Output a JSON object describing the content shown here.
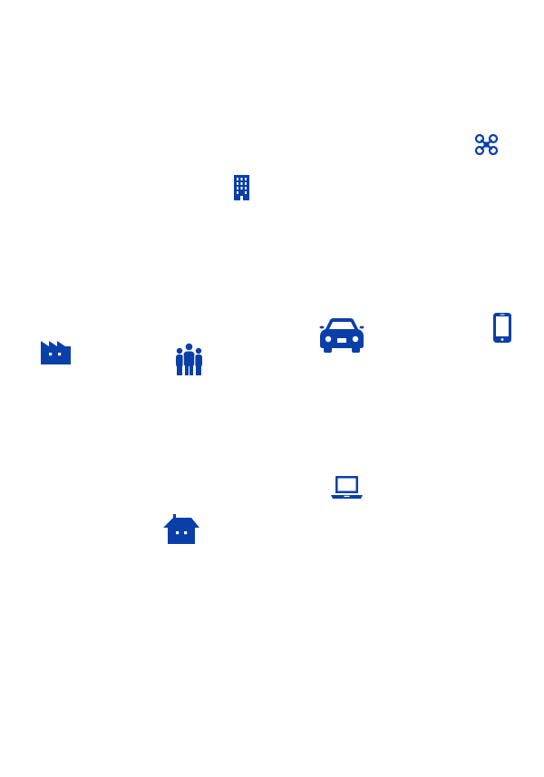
{
  "colors": {
    "icon": "#0a3fa8",
    "background": "#ffffff"
  },
  "icons": [
    {
      "id": "drone",
      "name": "drone-icon"
    },
    {
      "id": "building",
      "name": "office-building-icon"
    },
    {
      "id": "phone",
      "name": "smartphone-icon"
    },
    {
      "id": "car",
      "name": "car-icon"
    },
    {
      "id": "factory",
      "name": "factory-icon"
    },
    {
      "id": "people",
      "name": "people-group-icon"
    },
    {
      "id": "laptop",
      "name": "laptop-icon"
    },
    {
      "id": "house",
      "name": "house-icon"
    }
  ]
}
